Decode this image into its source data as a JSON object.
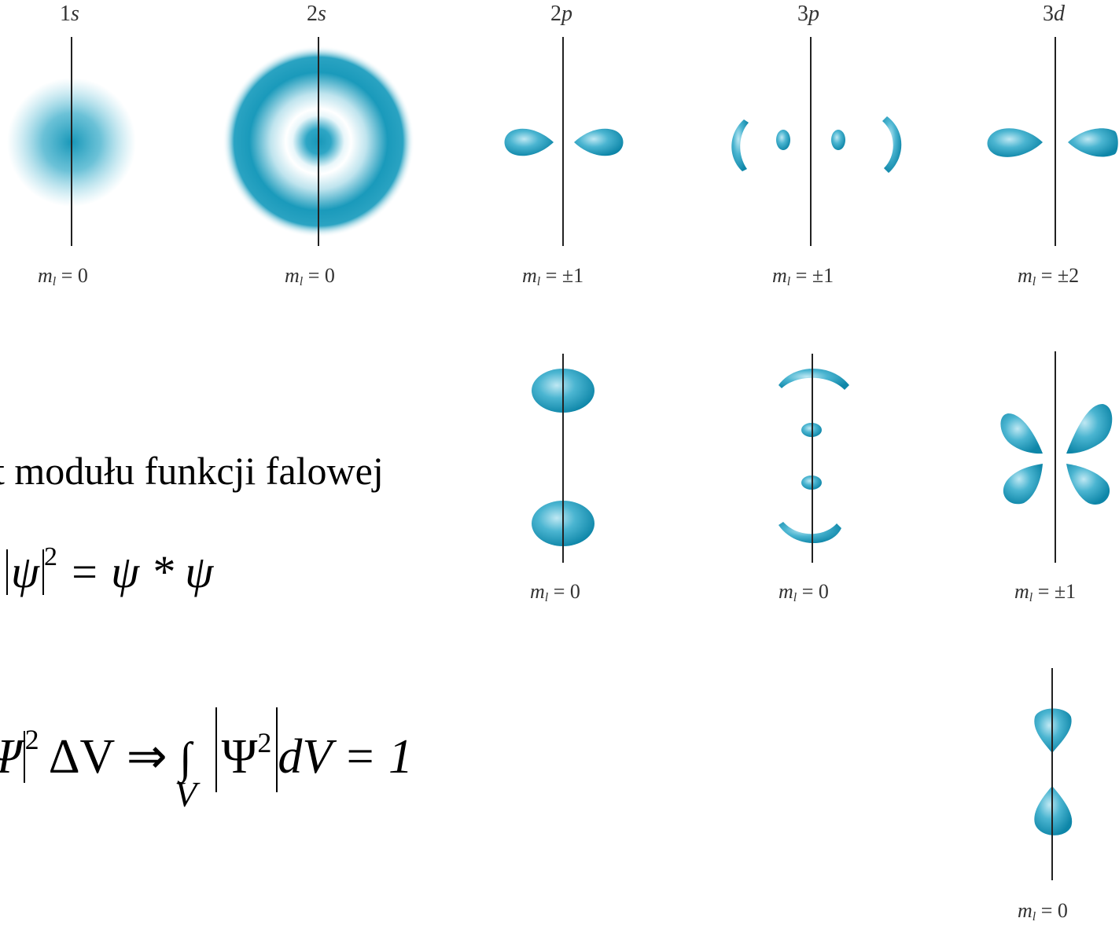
{
  "orbitals": [
    {
      "name": "1s",
      "n": "1",
      "l": "s",
      "ml": "0",
      "color": "#1a9bbd"
    },
    {
      "name": "2s",
      "n": "2",
      "l": "s",
      "ml": "0",
      "color": "#1a9bbd"
    },
    {
      "name": "2p",
      "n": "2",
      "l": "p",
      "ml_values": [
        "±1",
        "0"
      ]
    },
    {
      "name": "3p",
      "n": "3",
      "l": "p",
      "ml_values": [
        "±1",
        "0"
      ]
    },
    {
      "name": "3d",
      "n": "3",
      "l": "d",
      "ml_values": [
        "±2",
        "±1",
        "0"
      ]
    }
  ],
  "labels": {
    "ml_symbol": "m",
    "ml_sub": "l",
    "eq": " = ",
    "row1": [
      "0",
      "0",
      "±1",
      "±1",
      "±2"
    ],
    "row2": [
      "0",
      "0",
      "±1"
    ],
    "row3": [
      "0"
    ]
  },
  "text": {
    "line1": "t modułu funkcji falowej",
    "formula1_psi": "ψ",
    "formula1_pow": "2",
    "formula1_rhs": "= ψ * ψ",
    "formula2_left": "Ψ",
    "formula2_pow": "2",
    "formula2_mid": "ΔV ⇒",
    "formula2_int": "∫",
    "formula2_int_sub": "V",
    "formula2_psi": "Ψ",
    "formula2_psi_pow": "2",
    "formula2_rhs": "dV = 1"
  },
  "colors": {
    "orbital": "#1797b8",
    "axis": "#222222"
  }
}
